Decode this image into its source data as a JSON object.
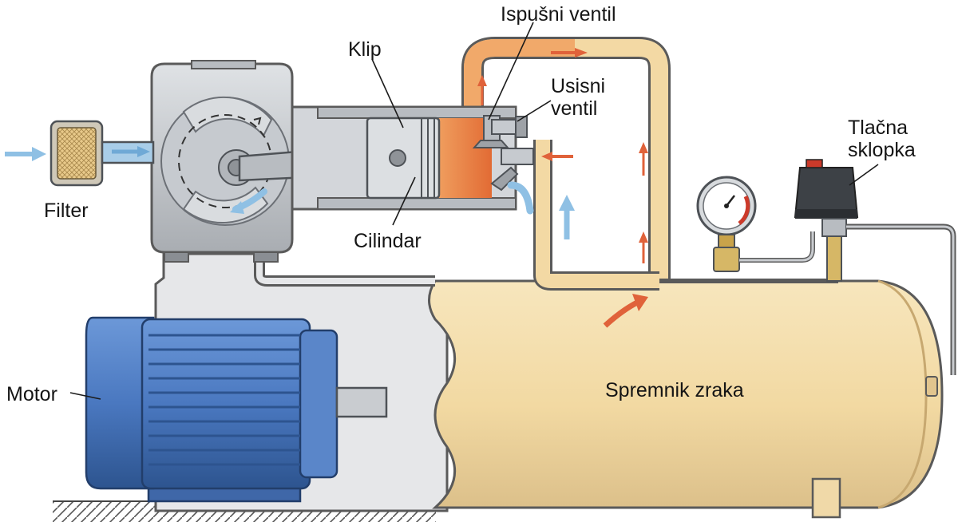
{
  "labels": {
    "filter": "Filter",
    "klip": "Klip",
    "cilindar": "Cilindar",
    "ispusni_ventil": "Ispušni ventil",
    "usisni_ventil_line1": "Usisni",
    "usisni_ventil_line2": "ventil",
    "tlacna_sklopka_line1": "Tlačna",
    "tlacna_sklopka_line2": "sklopka",
    "motor": "Motor",
    "spremnik_zraka": "Spremnik zraka"
  },
  "colors": {
    "tank": "#f5e0b0",
    "tank_shadow": "#dcc28c",
    "pipe_fill": "#f3d9a4",
    "outline": "#5a5a5a",
    "metal": "#c9ccd0",
    "motor_blue": "#4f7fc7",
    "motor_dark": "#2e5593",
    "hot_air": "#e8743b",
    "cool_air": "#a8cde8",
    "arrow_hot": "#e0623a",
    "arrow_cool": "#8fc0e4"
  },
  "icons": [
    "filter-icon",
    "compressor-crankcase-icon",
    "piston-icon",
    "cylinder-icon",
    "exhaust-valve-icon",
    "intake-valve-icon",
    "pressure-gauge-icon",
    "pressure-switch-icon",
    "electric-motor-icon",
    "air-tank-icon",
    "airflow-arrow-icon"
  ]
}
